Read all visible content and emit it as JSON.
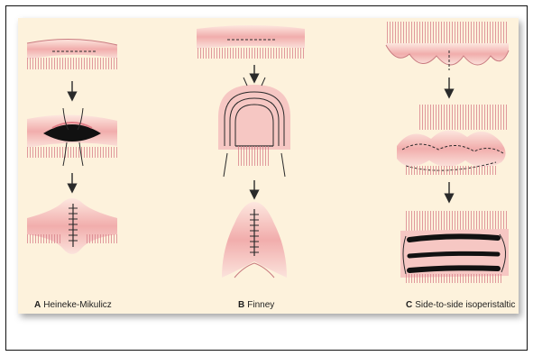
{
  "figure": {
    "panels": [
      {
        "id": "a",
        "letter": "A",
        "caption": "Heineke-Mikulicz"
      },
      {
        "id": "b",
        "letter": "B",
        "caption": "Finney"
      },
      {
        "id": "c",
        "letter": "C",
        "caption": "Side-to-side isoperistaltic"
      }
    ],
    "colors": {
      "background": "#fdf2dc",
      "tissue": "#f3b9b6",
      "tissue_dark": "#e0828b",
      "line": "#2a2a2a"
    }
  }
}
